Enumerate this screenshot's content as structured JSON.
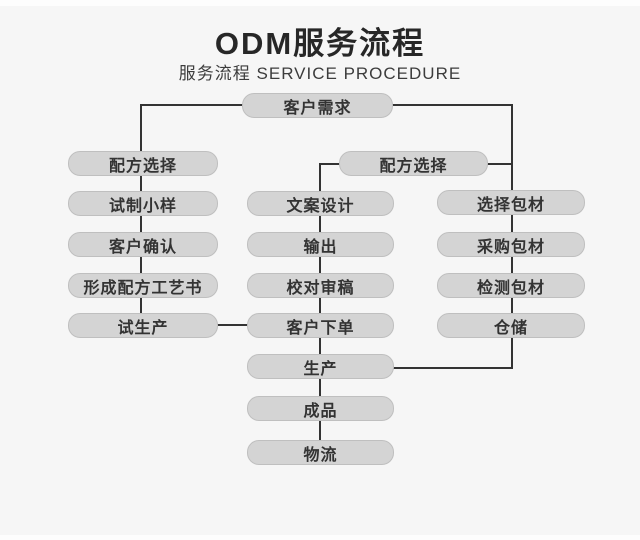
{
  "header": {
    "title": "ODM服务流程",
    "subtitle": "服务流程 SERVICE PROCEDURE"
  },
  "colors": {
    "background": "#f6f6f6",
    "node_fill": "#d4d4d4",
    "node_border": "#bfbfbf",
    "connector": "#333333",
    "title_text": "#272727",
    "node_text": "#333333"
  },
  "flowchart": {
    "nodes": [
      {
        "id": "customer-demand",
        "label": "客户需求"
      },
      {
        "id": "formula-selection-a",
        "label": "配方选择"
      },
      {
        "id": "trial-sample",
        "label": "试制小样"
      },
      {
        "id": "customer-confirm",
        "label": "客户确认"
      },
      {
        "id": "formula-process-doc",
        "label": "形成配方工艺书"
      },
      {
        "id": "trial-production",
        "label": "试生产"
      },
      {
        "id": "formula-selection-b",
        "label": "配方选择"
      },
      {
        "id": "copy-design",
        "label": "文案设计"
      },
      {
        "id": "output",
        "label": "输出"
      },
      {
        "id": "proofreading",
        "label": "校对审稿"
      },
      {
        "id": "customer-order",
        "label": "客户下单"
      },
      {
        "id": "production",
        "label": "生产"
      },
      {
        "id": "finished-product",
        "label": "成品"
      },
      {
        "id": "logistics",
        "label": "物流"
      },
      {
        "id": "select-packaging",
        "label": "选择包材"
      },
      {
        "id": "purchase-packaging",
        "label": "采购包材"
      },
      {
        "id": "inspect-packaging",
        "label": "检测包材"
      },
      {
        "id": "warehousing",
        "label": "仓储"
      }
    ],
    "edges": [
      {
        "from": "customer-demand",
        "to": "formula-selection-a"
      },
      {
        "from": "customer-demand",
        "to": "formula-selection-b"
      },
      {
        "from": "formula-selection-a",
        "to": "trial-sample"
      },
      {
        "from": "trial-sample",
        "to": "customer-confirm"
      },
      {
        "from": "customer-confirm",
        "to": "formula-process-doc"
      },
      {
        "from": "formula-process-doc",
        "to": "trial-production"
      },
      {
        "from": "trial-production",
        "to": "customer-order"
      },
      {
        "from": "formula-selection-b",
        "to": "copy-design"
      },
      {
        "from": "formula-selection-b",
        "to": "select-packaging"
      },
      {
        "from": "copy-design",
        "to": "output"
      },
      {
        "from": "output",
        "to": "proofreading"
      },
      {
        "from": "proofreading",
        "to": "customer-order"
      },
      {
        "from": "customer-order",
        "to": "production"
      },
      {
        "from": "production",
        "to": "finished-product"
      },
      {
        "from": "finished-product",
        "to": "logistics"
      },
      {
        "from": "select-packaging",
        "to": "purchase-packaging"
      },
      {
        "from": "purchase-packaging",
        "to": "inspect-packaging"
      },
      {
        "from": "inspect-packaging",
        "to": "warehousing"
      },
      {
        "from": "warehousing",
        "to": "production"
      }
    ]
  }
}
